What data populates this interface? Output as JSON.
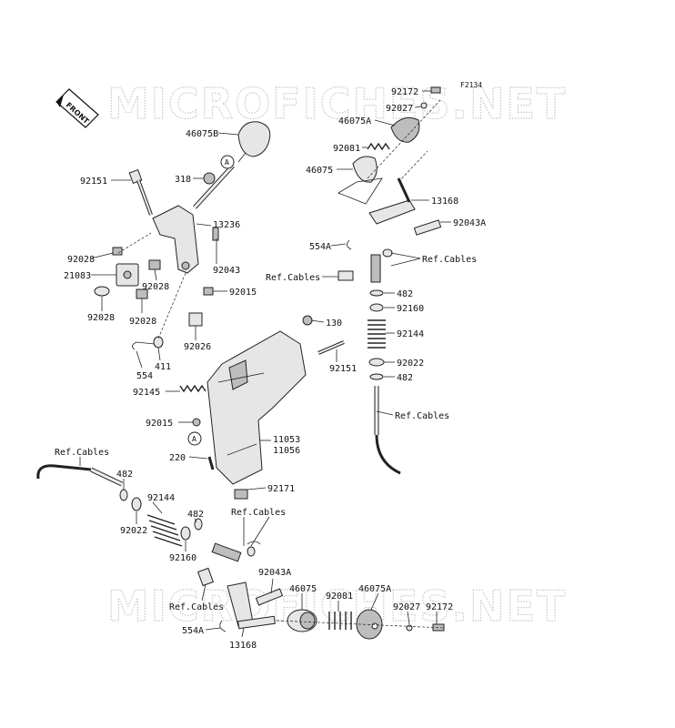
{
  "figure_code": "F2134",
  "watermark": "MICROFICHES.NET",
  "front_badge": "FRONT",
  "ref_markers": {
    "a1": "A",
    "a2": "A"
  },
  "labels": {
    "l92172a": "92172",
    "l92027a": "92027",
    "l46075Aa": "46075A",
    "l46075B": "46075B",
    "l92081a": "92081",
    "l46075a": "46075",
    "l318": "318",
    "l92151a": "92151",
    "l13168a": "13168",
    "l13236": "13236",
    "l92043Aa": "92043A",
    "l554Aa": "554A",
    "l92028a": "92028",
    "lRefCables1": "Ref.Cables",
    "l21083": "21083",
    "l92043": "92043",
    "lRefCables2": "Ref.Cables",
    "l92028b": "92028",
    "l92015a": "92015",
    "l482a": "482",
    "l92028c": "92028",
    "l92028d": "92028",
    "l92160a": "92160",
    "l130": "130",
    "l92026": "92026",
    "l92144a": "92144",
    "l554": "554",
    "l411": "411",
    "l92151b": "92151",
    "l92022a": "92022",
    "l482b": "482",
    "l92145": "92145",
    "lRefCables3": "Ref.Cables",
    "l92015b": "92015",
    "l11053": "11053",
    "l11056": "11056",
    "l220": "220",
    "lRefCables4": "Ref.Cables",
    "l482c": "482",
    "l92171": "92171",
    "l92144b": "92144",
    "l92022b": "92022",
    "lRefCables5": "Ref.Cables",
    "l482d": "482",
    "l92160b": "92160",
    "l92043Ab": "92043A",
    "l46075b": "46075",
    "l46075Ab": "46075A",
    "l92081b": "92081",
    "l92027b": "92027",
    "l92172b": "92172",
    "lRefCables6": "Ref.Cables",
    "l554Ab": "554A",
    "l13168b": "13168"
  }
}
